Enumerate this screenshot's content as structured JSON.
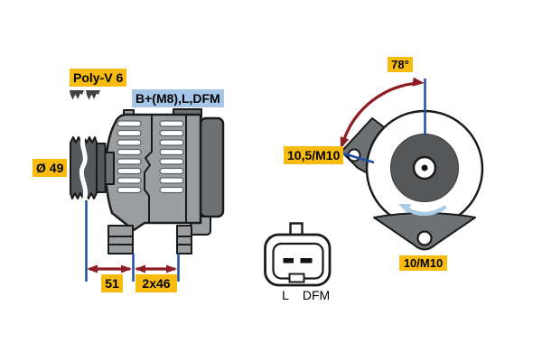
{
  "labels": {
    "belt_type": "Poly-V 6",
    "terminals": "B+(M8),L,DFM",
    "pulley_diameter": "Ø 49",
    "dim_pulley_to_foot": "51",
    "dim_feet": "2x46",
    "mount_angle": "78°",
    "mount_hole_left": "10,5/M10",
    "mount_hole_bottom": "10/M10",
    "connector_pin_left": "L",
    "connector_pin_right": "DFM"
  },
  "colors": {
    "label_yellow_bg": "#F8BB10",
    "label_blue_bg": "#A6C6E7",
    "dimension_blue": "#1E4FA0",
    "arrow_dark_red": "#8E1D23",
    "rotation_arrow": "#A9CBE5",
    "body_gray": "#9B9EA1",
    "dark_gray": "#55585B",
    "rear_gray": "#6E7173",
    "background": "#FFFFFF"
  }
}
